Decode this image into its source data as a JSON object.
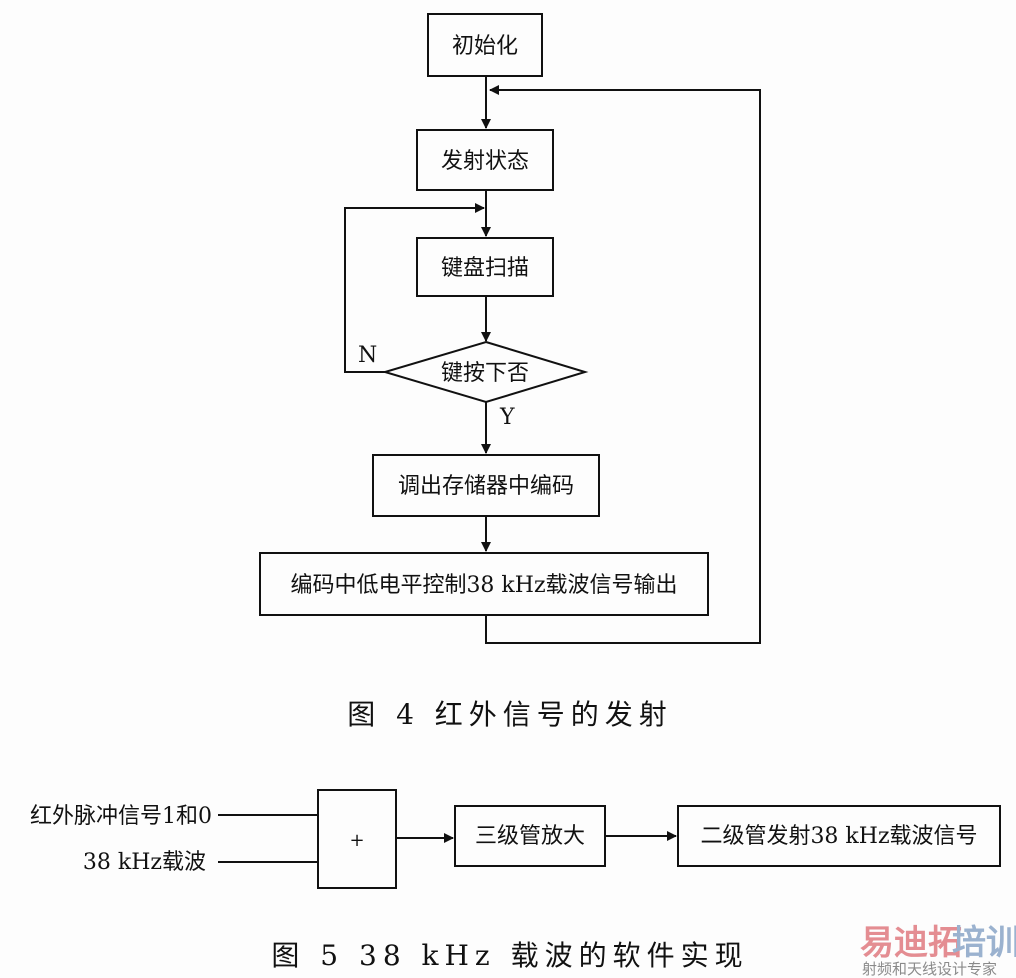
{
  "figure4": {
    "nodes": {
      "init": "初始化",
      "transmit_state": "发射状态",
      "keyboard_scan": "键盘扫描",
      "key_pressed": "键按下否",
      "fetch_code": "调出存储器中编码",
      "output": "编码中低电平控制38 kHz载波信号输出"
    },
    "labels": {
      "no": "N",
      "yes": "Y"
    },
    "caption": "图 4  红外信号的发射"
  },
  "figure5": {
    "inputs": {
      "pulse": "红外脉冲信号1和0",
      "carrier": "38 kHz载波"
    },
    "nodes": {
      "adder": "+",
      "amplifier": "三级管放大",
      "emitter": "二级管发射38 kHz载波信号"
    },
    "caption": "图 5  38 kHz 载波的软件实现"
  },
  "watermark": {
    "brand_a": "易迪拓",
    "brand_b": "培训",
    "slogan": "射频和天线设计专家",
    "color_a": "#e07a80",
    "color_b": "#8aa6c8"
  }
}
